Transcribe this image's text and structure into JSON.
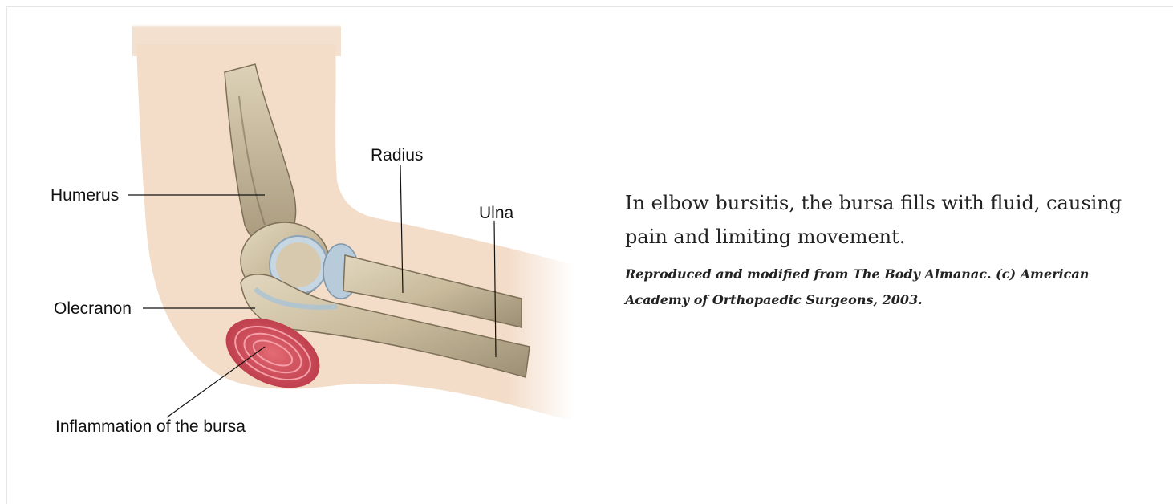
{
  "figure": {
    "labels": {
      "humerus": "Humerus",
      "radius": "Radius",
      "ulna": "Ulna",
      "olecranon": "Olecranon",
      "bursa": "Inflammation of the bursa"
    },
    "colors": {
      "skin": "#f3ddc9",
      "bone": "#cfc2a8",
      "cartilage": "#a9c3d6",
      "bursa": "#d4525e"
    }
  },
  "caption": {
    "main": "In elbow bursitis, the bursa fills with fluid, causing pain and limiting movement.",
    "credit": "Reproduced and modified from The Body Almanac. (c) American Academy of Orthopaedic Surgeons, 2003."
  }
}
